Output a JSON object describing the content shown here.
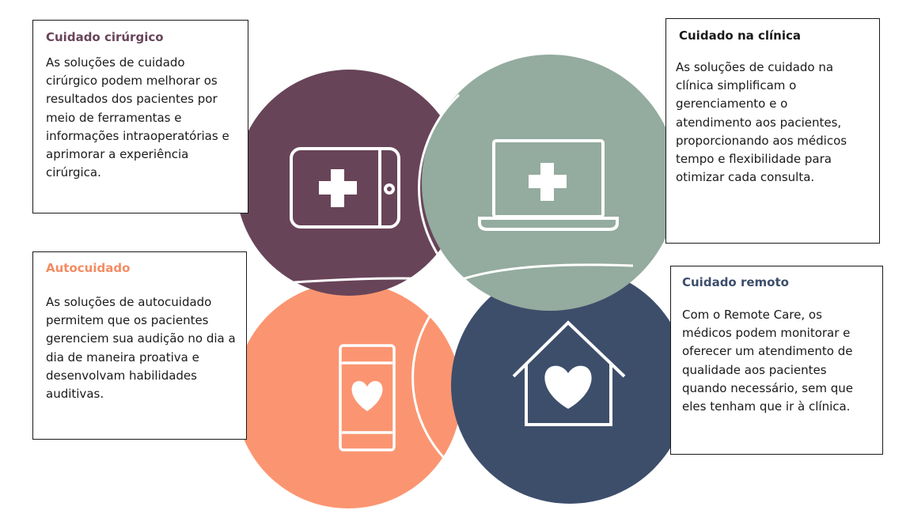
{
  "colors": {
    "surgical": "#684459",
    "clinic": "#94ab9f",
    "self": "#fb9571",
    "remote": "#3d4e6b",
    "title_dark": "#684459",
    "title_self": "#f48c63",
    "title_remote": "#3d4e6b",
    "title_clinic": "#1a1a1a"
  },
  "cards": {
    "surgical": {
      "title": "Cuidado cirúrgico",
      "lines": [
        "As soluções de cuidado",
        "cirúrgico podem melhorar os",
        "resultados dos pacientes por",
        "meio de ferramentas e",
        "informações intraoperatórias e",
        "aprimorar a experiência",
        "cirúrgica."
      ]
    },
    "clinic": {
      "title": "Cuidado na clínica",
      "lines": [
        "As soluções de cuidado na",
        "clínica simplificam o",
        "gerenciamento e o",
        "atendimento aos pacientes,",
        "proporcionando aos médicos",
        "tempo e flexibilidade para",
        "otimizar cada consulta."
      ]
    },
    "self": {
      "title": "Autocuidado",
      "lines": [
        "As soluções de autocuidado",
        "permitem que os pacientes",
        "gerenciem sua audição no dia a",
        "dia de maneira proativa e",
        "desenvolvam habilidades",
        "auditivas."
      ]
    },
    "remote": {
      "title": "Cuidado remoto",
      "lines": [
        "Com o Remote Care, os",
        "médicos podem monitorar e",
        "oferecer um atendimento de",
        "qualidade aos pacientes",
        "quando necessário, sem que",
        "eles tenham que ir à clínica."
      ]
    }
  },
  "icons": {
    "surgical": "tablet-plus-icon",
    "clinic": "laptop-plus-icon",
    "self": "phone-heart-icon",
    "remote": "house-heart-icon"
  }
}
